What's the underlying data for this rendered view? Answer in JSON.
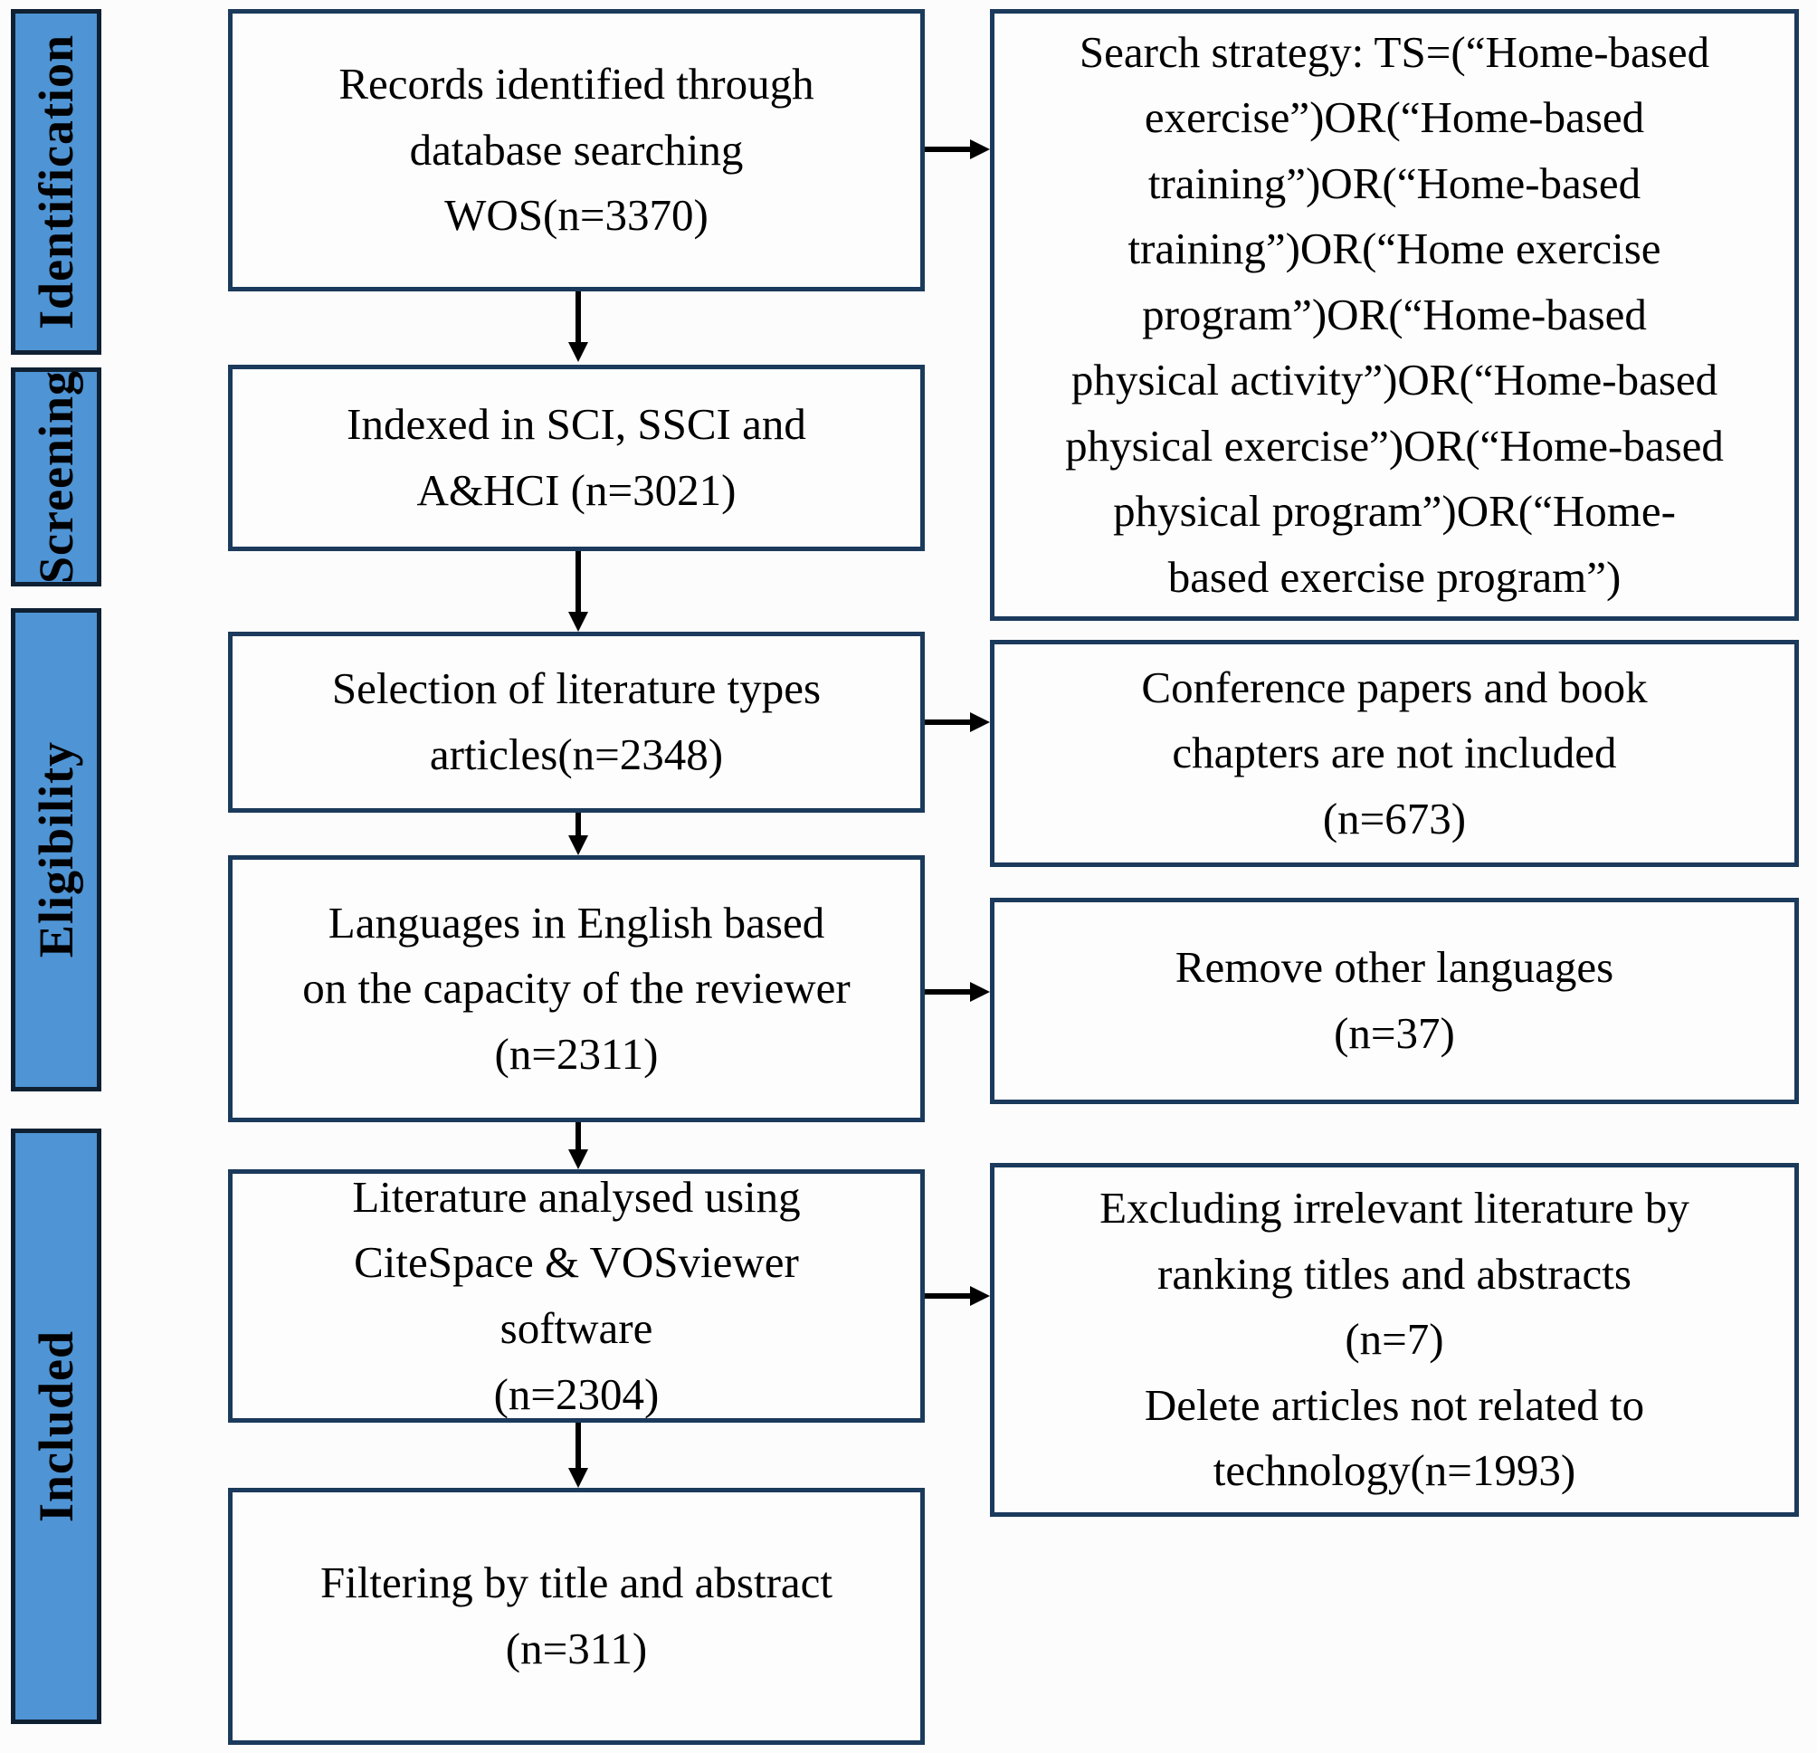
{
  "diagram": {
    "stages": {
      "identification": "Identification",
      "screening": "Screening",
      "eligibility": "Eligibility",
      "included": "Included"
    },
    "flow_boxes": {
      "records_identified": "Records identified through\ndatabase searching\nWOS(n=3370)",
      "indexed": "Indexed in SCI, SSCI and\nA&HCI (n=3021)",
      "selection": "Selection of literature types\narticles(n=2348)",
      "languages": "Languages in English based\non the capacity of the reviewer\n(n=2311)",
      "analysed": "Literature analysed using\nCiteSpace & VOSviewer\nsoftware\n(n=2304)",
      "filtering": "Filtering by title and abstract\n(n=311)"
    },
    "side_boxes": {
      "search_strategy": "Search strategy: TS=(“Home-based\nexercise”)OR(“Home-based\ntraining”)OR(“Home-based\ntraining”)OR(“Home exercise\nprogram”)OR(“Home-based\nphysical activity”)OR(“Home-based\nphysical exercise”)OR(“Home-based\nphysical program”)OR(“Home-\nbased exercise program”)",
      "conference_excluded": "Conference papers and book\nchapters are not included\n(n=673)",
      "remove_languages": "Remove other languages\n(n=37)",
      "excluding_irrelevant": "Excluding irrelevant literature by\nranking titles and abstracts\n(n=7)\nDelete articles not related to\ntechnology(n=1993)"
    },
    "colors": {
      "stage_fill": "#4f94d4",
      "stage_border": "#0f2033",
      "box_border": "#1b3a5c",
      "box_fill": "#fdfdfd",
      "background": "#fcfcfc",
      "arrow": "#000000",
      "text": "#000000"
    }
  }
}
